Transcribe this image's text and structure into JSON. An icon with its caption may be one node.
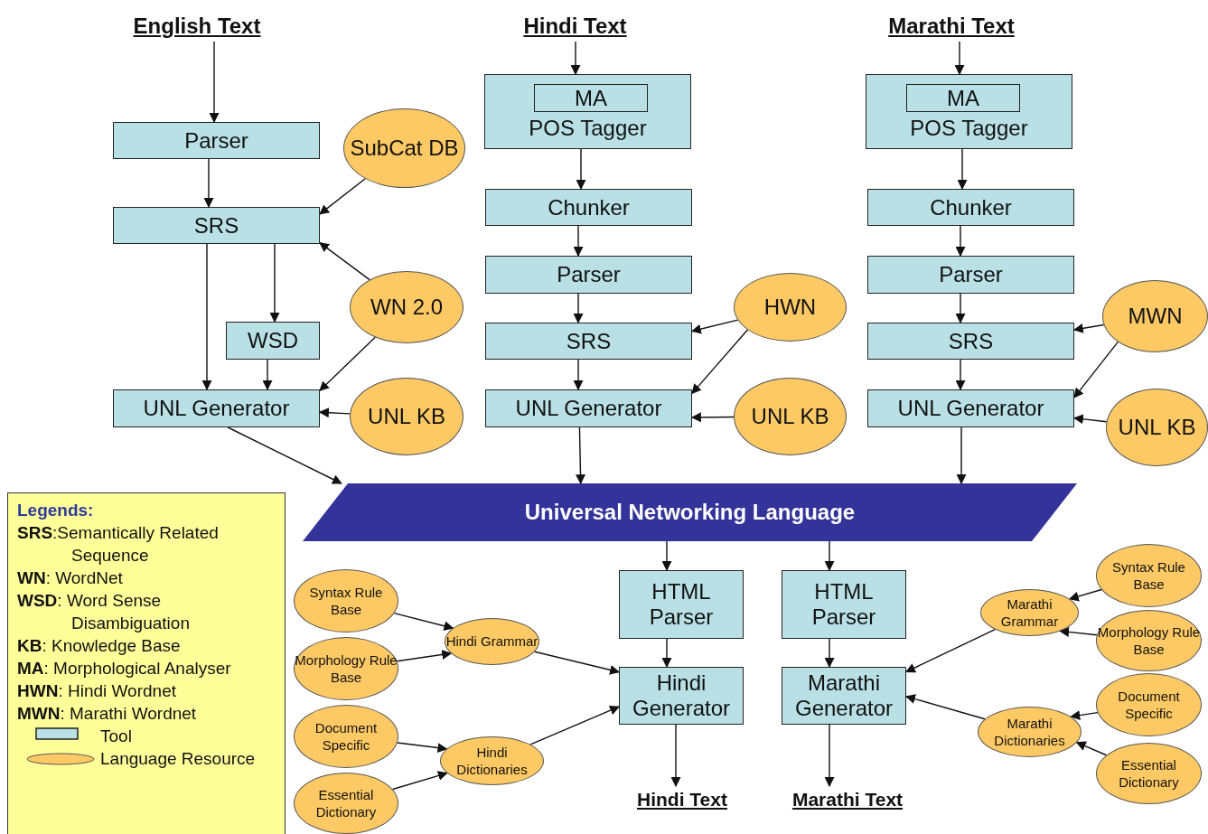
{
  "diagram": {
    "nodes": [
      {
        "text": [
          "English Text"
        ]
      },
      {
        "text": [
          "Hindi Text"
        ]
      },
      {
        "text": [
          "Marathi Text"
        ]
      },
      {
        "text": [
          "Parser"
        ]
      },
      {
        "text": [
          "SubCat DB"
        ]
      },
      {
        "text": [
          "SRS"
        ]
      },
      {
        "text": [
          "WN 2.0"
        ]
      },
      {
        "text": [
          "WSD"
        ]
      },
      {
        "text": [
          "UNL Generator"
        ]
      },
      {
        "text": [
          "UNL KB"
        ]
      },
      {
        "text": [
          "POS Tagger"
        ]
      },
      {
        "text": [
          "MA"
        ],
        "in": 10
      },
      {
        "text": [
          "Chunker"
        ]
      },
      {
        "text": [
          "Parser"
        ]
      },
      {
        "text": [
          "HWN"
        ]
      },
      {
        "text": [
          "SRS"
        ]
      },
      {
        "text": [
          "UNL Generator"
        ]
      },
      {
        "text": [
          "UNL KB"
        ]
      },
      {
        "text": [
          "POS Tagger"
        ]
      },
      {
        "text": [
          "MA"
        ],
        "in": 18
      },
      {
        "text": [
          "Chunker"
        ]
      },
      {
        "text": [
          "Parser"
        ]
      },
      {
        "text": [
          "MWN"
        ]
      },
      {
        "text": [
          "SRS"
        ]
      },
      {
        "text": [
          "UNL Generator"
        ]
      },
      {
        "text": [
          "UNL KB"
        ]
      },
      {
        "text": [
          "Universal Networking Language"
        ]
      },
      {
        "text": [
          "HTML Parser"
        ]
      },
      {
        "text": [
          "HTML Parser"
        ]
      },
      {
        "text": [
          "Syntax Rule Base"
        ]
      },
      {
        "text": [
          "Morphology Rule Base"
        ]
      },
      {
        "text": [
          "Hindi Grammar"
        ]
      },
      {
        "text": [
          "Hindi Generator"
        ]
      },
      {
        "text": [
          "Marathi Generator"
        ]
      },
      {
        "text": [
          "Document Specific"
        ]
      },
      {
        "text": [
          "Essential Dictionary"
        ]
      },
      {
        "text": [
          "Hindi Dictionaries"
        ]
      },
      {
        "text": [
          "Hindi Text"
        ]
      },
      {
        "text": [
          "Marathi Text"
        ]
      },
      {
        "text": [
          "Syntax Rule Base"
        ]
      },
      {
        "text": [
          "Marathi Grammar"
        ]
      },
      {
        "text": [
          "Morphology Rule Base"
        ]
      },
      {
        "text": [
          "Document Specific"
        ]
      },
      {
        "text": [
          "Marathi Dictionaries"
        ]
      },
      {
        "text": [
          "Essential Dictionary"
        ]
      }
    ],
    "edges": [
      {
        "from": 0,
        "to": 3,
        "arrow": "to"
      },
      {
        "from": 3,
        "to": 5,
        "arrow": "to"
      },
      {
        "from": 4,
        "to": 5,
        "arrow": "to"
      },
      {
        "from": 6,
        "to": 5,
        "arrow": "to"
      },
      {
        "from": 5,
        "to": 8,
        "arrow": "to"
      },
      {
        "from": 5,
        "to": 7,
        "arrow": "to"
      },
      {
        "from": 7,
        "to": 8,
        "arrow": "to"
      },
      {
        "from": 6,
        "to": 8,
        "arrow": "to"
      },
      {
        "from": 9,
        "to": 8,
        "arrow": "to"
      },
      {
        "from": 8,
        "to": 26,
        "arrow": "to"
      },
      {
        "from": 1,
        "to": 10,
        "arrow": "to"
      },
      {
        "from": 10,
        "to": 12,
        "arrow": "to"
      },
      {
        "from": 12,
        "to": 13,
        "arrow": "to"
      },
      {
        "from": 13,
        "to": 15,
        "arrow": "to"
      },
      {
        "from": 14,
        "to": 15,
        "arrow": "to"
      },
      {
        "from": 15,
        "to": 16,
        "arrow": "to"
      },
      {
        "from": 14,
        "to": 16,
        "arrow": "to"
      },
      {
        "from": 17,
        "to": 16,
        "arrow": "to"
      },
      {
        "from": 16,
        "to": 26,
        "arrow": "to"
      },
      {
        "from": 2,
        "to": 18,
        "arrow": "to"
      },
      {
        "from": 18,
        "to": 20,
        "arrow": "to"
      },
      {
        "from": 20,
        "to": 21,
        "arrow": "to"
      },
      {
        "from": 21,
        "to": 23,
        "arrow": "to"
      },
      {
        "from": 22,
        "to": 23,
        "arrow": "to"
      },
      {
        "from": 23,
        "to": 24,
        "arrow": "to"
      },
      {
        "from": 22,
        "to": 24,
        "arrow": "to"
      },
      {
        "from": 25,
        "to": 24,
        "arrow": "to"
      },
      {
        "from": 24,
        "to": 26,
        "arrow": "to"
      },
      {
        "from": 26,
        "to": 27,
        "arrow": "to"
      },
      {
        "from": 26,
        "to": 28,
        "arrow": "to"
      },
      {
        "from": 27,
        "to": 32,
        "arrow": "to"
      },
      {
        "from": 28,
        "to": 33,
        "arrow": "to"
      },
      {
        "from": 32,
        "to": 37,
        "arrow": "to"
      },
      {
        "from": 33,
        "to": 38,
        "arrow": "to"
      },
      {
        "from": 29,
        "to": 31,
        "arrow": "to"
      },
      {
        "from": 30,
        "to": 31,
        "arrow": "to"
      },
      {
        "from": 31,
        "to": 32,
        "arrow": "to"
      },
      {
        "from": 34,
        "to": 36,
        "arrow": "to"
      },
      {
        "from": 35,
        "to": 36,
        "arrow": "to"
      },
      {
        "from": 36,
        "to": 32,
        "arrow": "to"
      },
      {
        "from": 39,
        "to": 40,
        "arrow": "to"
      },
      {
        "from": 41,
        "to": 40,
        "arrow": "to"
      },
      {
        "from": 40,
        "to": 33,
        "arrow": "to"
      },
      {
        "from": 42,
        "to": 43,
        "arrow": "to"
      },
      {
        "from": 44,
        "to": 43,
        "arrow": "to"
      },
      {
        "from": 43,
        "to": 33,
        "arrow": "to"
      }
    ],
    "labels": [
      "Legends:",
      "**SRS**:Semantically Related Sequence",
      "**WN**: WordNet",
      "**WSD**: Word Sense Disambiguation",
      "**KB**: Knowledge Base",
      "**MA**: Morphological Analyser",
      "**HWN**: Hindi Wordnet",
      "**MWN**: Marathi Wordnet"
    ],
    "legend": [
      {
        "text": "Tool",
        "color": "#b9e0e5"
      },
      {
        "text": "Language Resource"
      }
    ]
  }
}
